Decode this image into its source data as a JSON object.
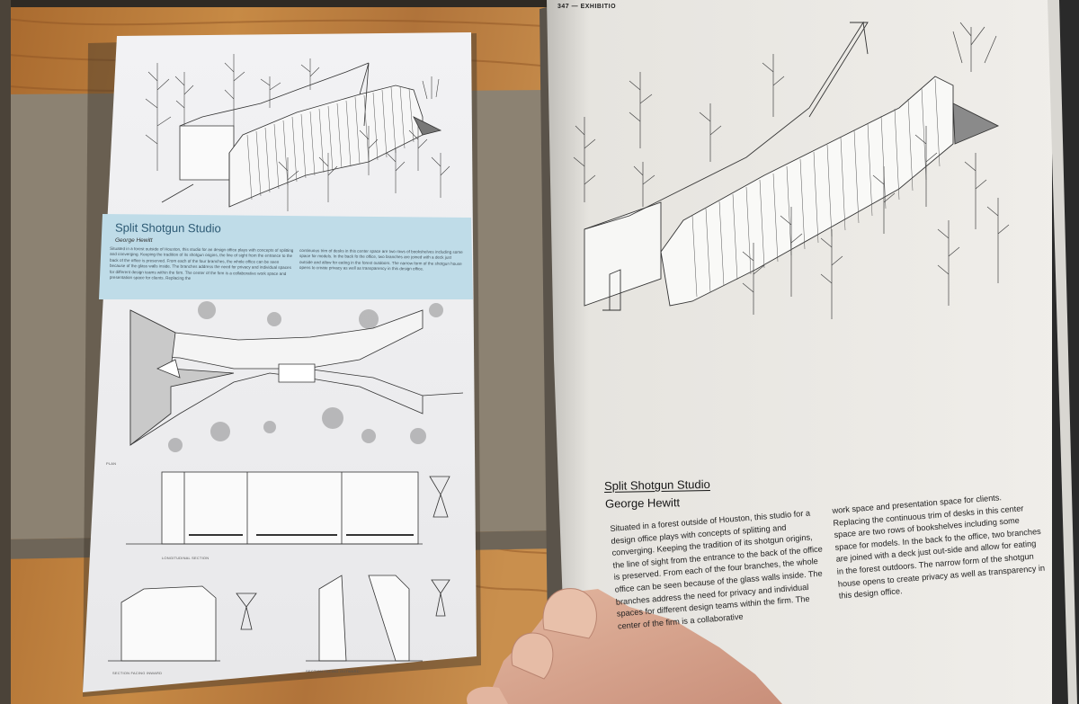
{
  "left_sheet": {
    "title": "Split Shotgun Studio",
    "author": "George Hewitt",
    "body_col1": "Situated in a forest outside of Houston, this studio for an design office plays with concepts of splitting and converging. Keeping the tradition of its shotgun origins, the line of sight from the entrance to the back of the office is preserved. From each of the four branches, the whole office can be seen because of the glass walls inside. The branches address the need for privacy and individual spaces for different design teams within the firm. The center of the firm is a collaborative work space and presentation space for clients. Replacing the",
    "body_col2": "continuous trim of desks in this center space are two rows of bookshelves including some space for models. In the back fo the office, two branches are joined with a deck just outside and allow for eating in the forest outdoors. The narrow form of the shotgun house opens to create privacy as well as transparency in this design office.",
    "labels": {
      "plan": "PLAN",
      "longitudinal": "LONGITUDINAL SECTION",
      "section_inward": "SECTION FACING INWARD",
      "section_outward": "SECTION FACING OUTWARD"
    },
    "accent_color": "#bfdce8"
  },
  "right_page": {
    "header": "347 — EXHIBITIO",
    "title": "Split Shotgun Studio",
    "author": "George Hewitt",
    "body_col1": "Situated in a forest outside of Houston, this studio for a design office plays with concepts of splitting and converging. Keeping the tradition of its shotgun origins, the line of sight from the entrance to the back of the office is preserved. From each of the four branches, the whole office can be seen because of the glass walls inside. The branches address the need for privacy and individual spaces for different design teams within the firm. The center of the firm is a collaborative",
    "body_col2": "work space and presentation space for clients. Replacing the continuous trim of desks in this center space are two rows of bookshelves including some space for models. In the back fo the office, two branches are joined with a deck just out-side and allow for eating in the forest outdoors. The narrow form of the shotgun house opens to create privacy as well as transparency in this design office."
  }
}
